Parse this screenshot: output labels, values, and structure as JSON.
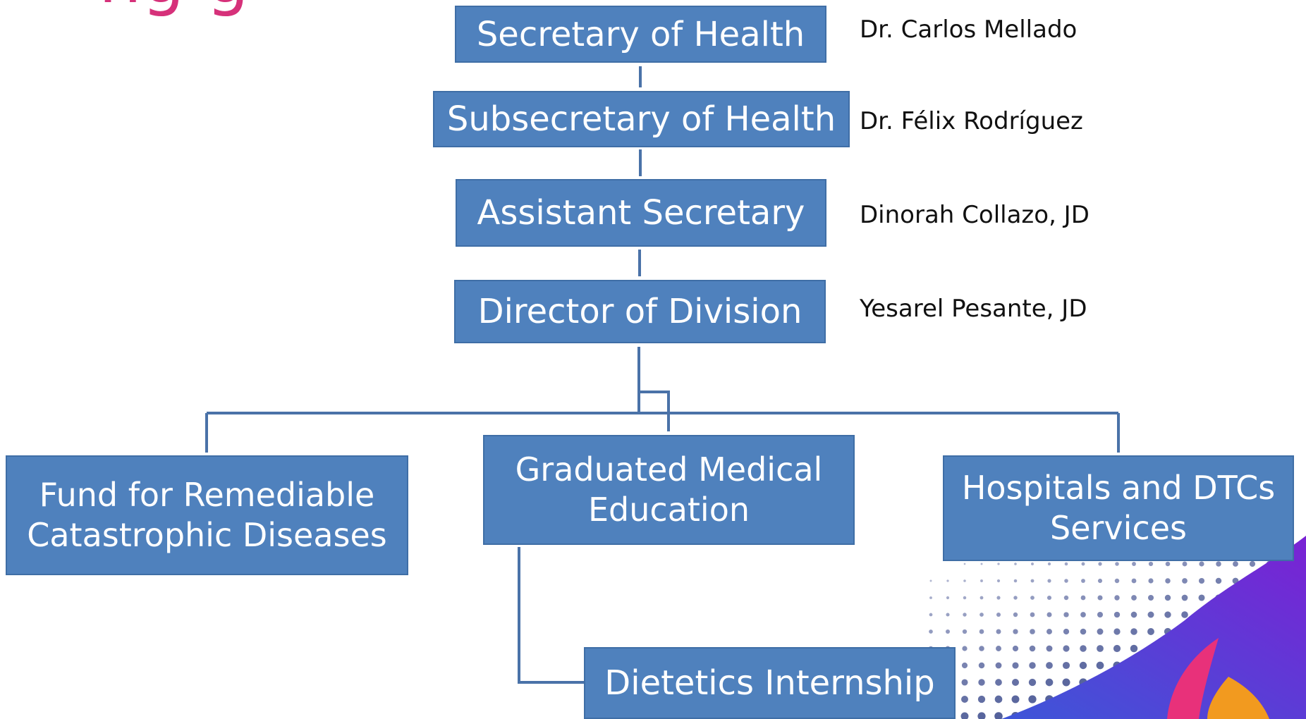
{
  "title_fragment": "ng g",
  "chart": {
    "levels": [
      {
        "role": "Secretary of Health",
        "name": "Dr. Carlos Mellado"
      },
      {
        "role": "Subsecretary of Health",
        "name": "Dr. Félix Rodríguez"
      },
      {
        "role": "Assistant Secretary",
        "name": "Dinorah Collazo, JD"
      },
      {
        "role": "Director of Division",
        "name": "Yesarel Pesante, JD"
      }
    ],
    "branches": [
      {
        "line1": "Fund for Remediable",
        "line2": "Catastrophic Diseases"
      },
      {
        "line1": "Graduated Medical",
        "line2": "Education"
      },
      {
        "line1": "Hospitals and DTCs",
        "line2": "Services"
      }
    ],
    "sub_unit": "Dietetics Internship"
  },
  "colors": {
    "box_fill": "#4f81bd",
    "box_border": "#3f6ea6",
    "connector": "#4a72a8",
    "title": "#d6317a",
    "decor_purple": "#6a2bd9",
    "decor_pink": "#e8317a",
    "decor_orange": "#f29a1f",
    "dots": "#3b4a8c"
  }
}
